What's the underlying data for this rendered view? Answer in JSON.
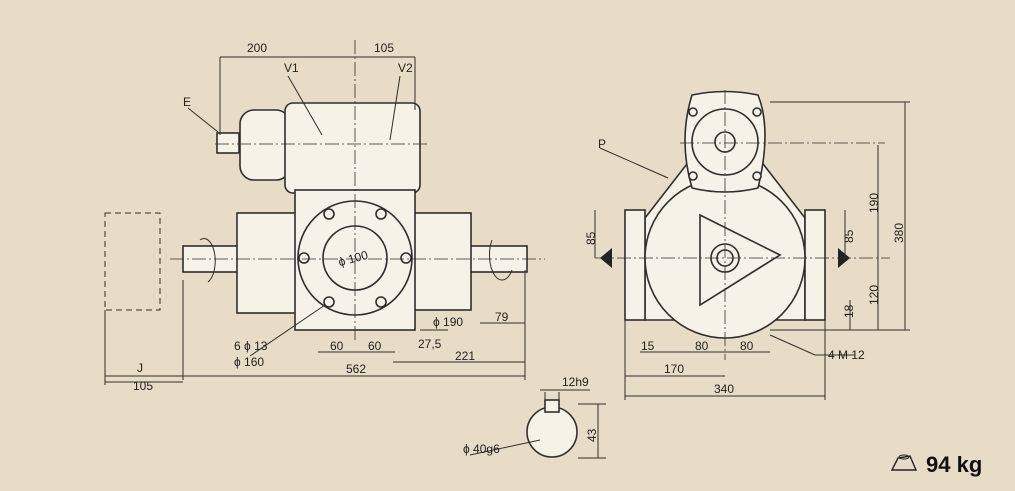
{
  "front_view": {
    "dim_200": "200",
    "dim_105_top": "105",
    "label_v1": "V1",
    "label_v2": "V2",
    "label_e": "E",
    "dia_100": "ϕ 100",
    "dia_190": "ϕ 190",
    "dim_79": "79",
    "holes": "6 ϕ 13",
    "dia_160": "ϕ 160",
    "dim_60a": "60",
    "dim_60b": "60",
    "dim_27_5": "27,5",
    "dim_221": "221",
    "dim_562": "562",
    "label_j": "J",
    "dim_105_bottom": "105"
  },
  "shaft_section": {
    "key": "12h9",
    "height": "43",
    "diameter": "ϕ 40g6"
  },
  "side_view": {
    "label_p": "P",
    "dim_85_left": "85",
    "dim_85_right": "85",
    "dim_190": "190",
    "dim_380": "380",
    "dim_120": "120",
    "dim_18": "18",
    "dim_15": "15",
    "dim_80a": "80",
    "dim_80b": "80",
    "bolts": "4 M 12",
    "dim_170": "170",
    "dim_340": "340"
  },
  "weight": "94 kg",
  "colors": {
    "background": "#e8dcc6",
    "part": "#f6f2e8",
    "line": "#2e2e2e"
  }
}
